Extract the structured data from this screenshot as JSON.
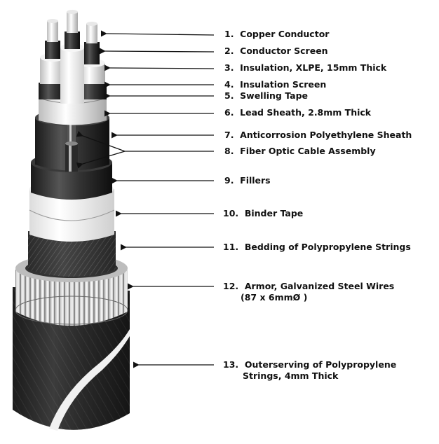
{
  "labels": [
    {
      "id": "l1",
      "text": "1.  Copper Conductor"
    },
    {
      "id": "l2",
      "text": "2.  Conductor Screen"
    },
    {
      "id": "l3",
      "text": "3.  Insulation, XLPE, 15mm Thick"
    },
    {
      "id": "l4",
      "text": "4.  Insulation Screen"
    },
    {
      "id": "l5",
      "text": "5.  Swelling Tape"
    },
    {
      "id": "l6",
      "text": "6.  Lead Sheath, 2.8mm Thick"
    },
    {
      "id": "l7",
      "text": "7.  Anticorrosion Polyethylene Sheath"
    },
    {
      "id": "l8",
      "text": "8.  Fiber Optic Cable Assembly"
    },
    {
      "id": "l9",
      "text": "9.  Fillers"
    },
    {
      "id": "l10",
      "text": "10.  Binder Tape"
    },
    {
      "id": "l11",
      "text": "11.  Bedding of Polypropylene Strings"
    },
    {
      "id": "l12",
      "text": "12.  Armor, Galvanized Steel Wires"
    },
    {
      "id": "l12b",
      "text": "(87 x 6mmØ )"
    },
    {
      "id": "l13",
      "text": "13.  Outerserving of Polypropylene"
    },
    {
      "id": "l13b",
      "text": "Strings, 4mm Thick"
    }
  ]
}
